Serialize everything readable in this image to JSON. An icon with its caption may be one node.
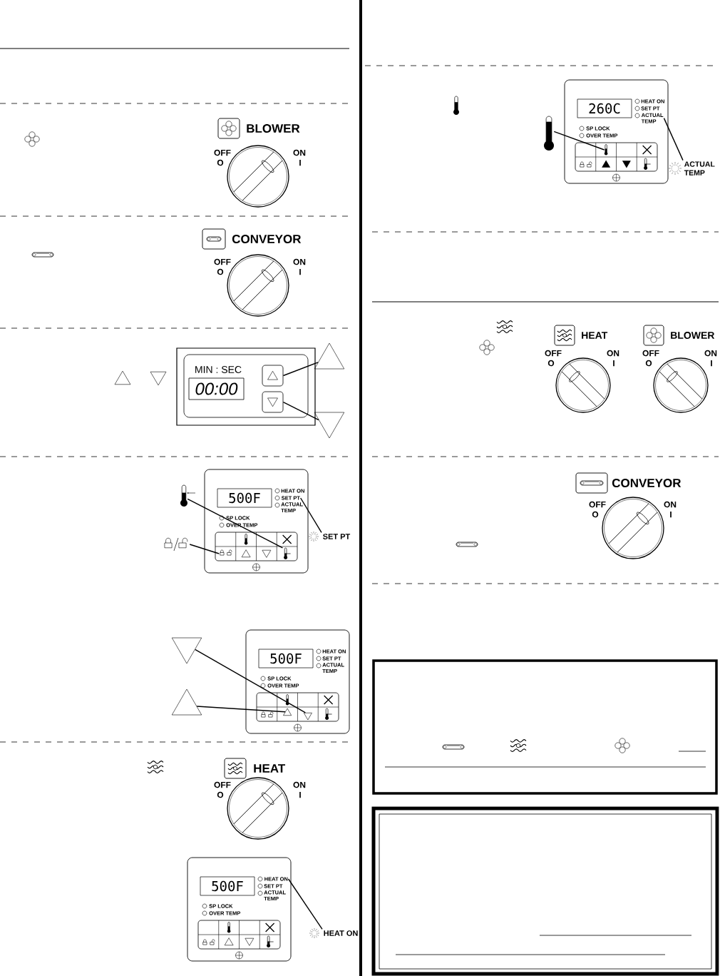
{
  "diagram": {
    "nodes": [
      {
        "text": [],
        "shape": "box"
      },
      {
        "text": [],
        "shape": "triangle"
      },
      {
        "text": [],
        "shape": "box"
      },
      {
        "text": [],
        "shape": "triangle"
      },
      {
        "text": [],
        "shape": "thermometer"
      },
      {
        "text": [
          "SET PT"
        ]
      },
      {
        "text": [
          "SET PT"
        ]
      },
      {
        "text": [],
        "shape": "padlock"
      },
      {
        "text": [],
        "shape": "padlock"
      },
      {
        "text": [],
        "shape": "thermometer"
      },
      {
        "text": [],
        "shape": "triangle"
      },
      {
        "text": [],
        "shape": "triangle"
      },
      {
        "text": [],
        "shape": "triangle"
      },
      {
        "text": [],
        "shape": "triangle"
      },
      {
        "text": [
          "HEAT ON"
        ]
      },
      {
        "text": [
          "HEAT ON"
        ]
      },
      {
        "text": [
          "ACTUAL TEMP"
        ]
      },
      {
        "text": [],
        "shape": "thermometer"
      },
      {
        "text": [],
        "shape": "thermometer"
      },
      {
        "text": [
          "ACTUAL TEMP"
        ]
      }
    ],
    "edges": [
      {
        "from": 1,
        "to": 0,
        "arrow": "none"
      },
      {
        "from": 3,
        "to": 2,
        "arrow": "none"
      },
      {
        "from": 4,
        "to": 9,
        "arrow": "none"
      },
      {
        "from": 7,
        "to": 8,
        "arrow": "none"
      },
      {
        "from": 6,
        "to": 5,
        "arrow": "none"
      },
      {
        "from": 10,
        "to": 13,
        "arrow": "none"
      },
      {
        "from": 11,
        "to": 12,
        "arrow": "none"
      },
      {
        "from": 15,
        "to": 14,
        "arrow": "none"
      },
      {
        "from": 17,
        "to": 18,
        "arrow": "none"
      },
      {
        "from": 19,
        "to": 16,
        "arrow": "none"
      }
    ],
    "labels": [
      "BLOWER",
      "OFF",
      "O",
      "ON",
      "I",
      "CONVEYOR",
      "OFF",
      "O",
      "ON",
      "I",
      "MIN : SEC",
      "00:00",
      "500F",
      "HEAT ON",
      "ACTUAL TEMP",
      "SP LOCK",
      "OVER TEMP",
      "500F",
      "HEAT ON",
      "SET PT",
      "ACTUAL TEMP",
      "SP LOCK",
      "OVER TEMP",
      "HEAT",
      "OFF",
      "O",
      "ON",
      "I",
      "500F",
      "SET PT",
      "ACTUAL TEMP",
      "SP LOCK",
      "OVER TEMP",
      "260C",
      "HEAT ON",
      "SET PT",
      "SP LOCK",
      "OVER TEMP",
      "HEAT",
      "OFF",
      "O",
      "ON",
      "I",
      "BLOWER",
      "OFF",
      "O",
      "ON",
      "I",
      "CONVEYOR",
      "OFF",
      "O",
      "ON",
      "I"
    ]
  }
}
